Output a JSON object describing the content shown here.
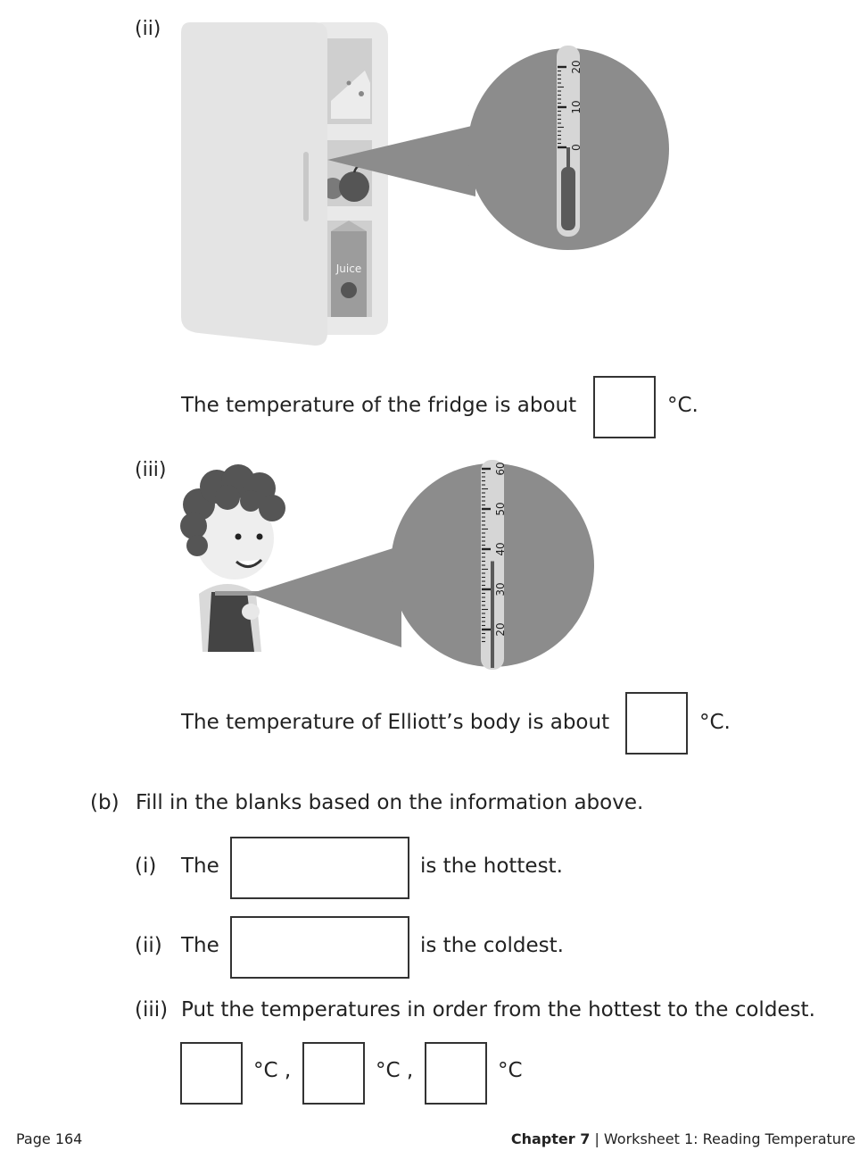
{
  "part_a": {
    "fridge": {
      "label": "(ii)",
      "juice_label": "Juice",
      "thermo_ticks": [
        "0",
        "10",
        "20"
      ],
      "thermo_reading": 0,
      "question_text": "The temperature of the fridge is about",
      "unit": "°C."
    },
    "body": {
      "label": "(iii)",
      "thermo_ticks": [
        "20",
        "30",
        "40",
        "50",
        "60"
      ],
      "thermo_reading": 37,
      "question_text": "The temperature of Elliott’s body is about",
      "unit": "°C."
    }
  },
  "part_b": {
    "label": "(b)",
    "instruction": "Fill in the blanks based on the information above.",
    "items": [
      {
        "label": "(i)",
        "before": "The",
        "after": "is the hottest."
      },
      {
        "label": "(ii)",
        "before": "The",
        "after": "is the coldest."
      },
      {
        "label": "(iii)",
        "text": "Put the temperatures in order from the hottest to the coldest."
      }
    ],
    "order_units": [
      "°C ,",
      "°C ,",
      "°C"
    ]
  },
  "footer": {
    "page": "Page 164",
    "chapter": "Chapter 7",
    "worksheet": "Worksheet 1: Reading Temperature"
  },
  "colors": {
    "magnifier": "#8c8c8c",
    "fridge_body": "#e4e4e4",
    "thermo_tube": "#d6d6d6",
    "mercury": "#5a5a5a"
  }
}
